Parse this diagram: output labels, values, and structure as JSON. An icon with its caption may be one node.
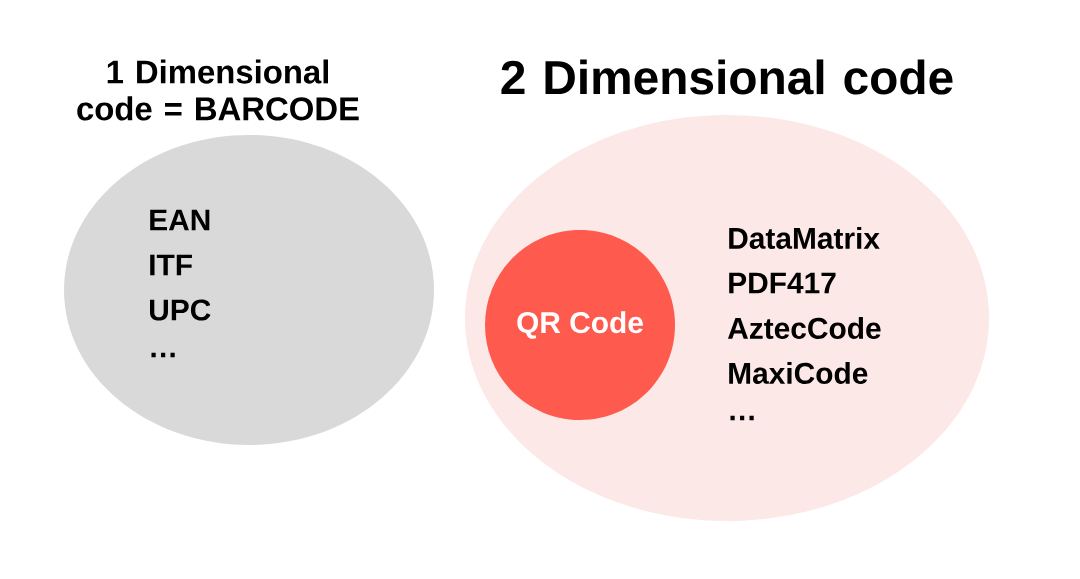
{
  "diagram": {
    "nodes": [
      {
        "text": [
          "1 Dimensional code = BARCODE",
          "EAN",
          "ITF",
          "UPC",
          "…"
        ]
      },
      {
        "text": [
          "2 Dimensional code",
          "DataMatrix",
          "PDF417",
          "AztecCode",
          "MaxiCode",
          "…"
        ]
      },
      {
        "text": [
          "QR Code"
        ],
        "in": 1
      }
    ]
  }
}
